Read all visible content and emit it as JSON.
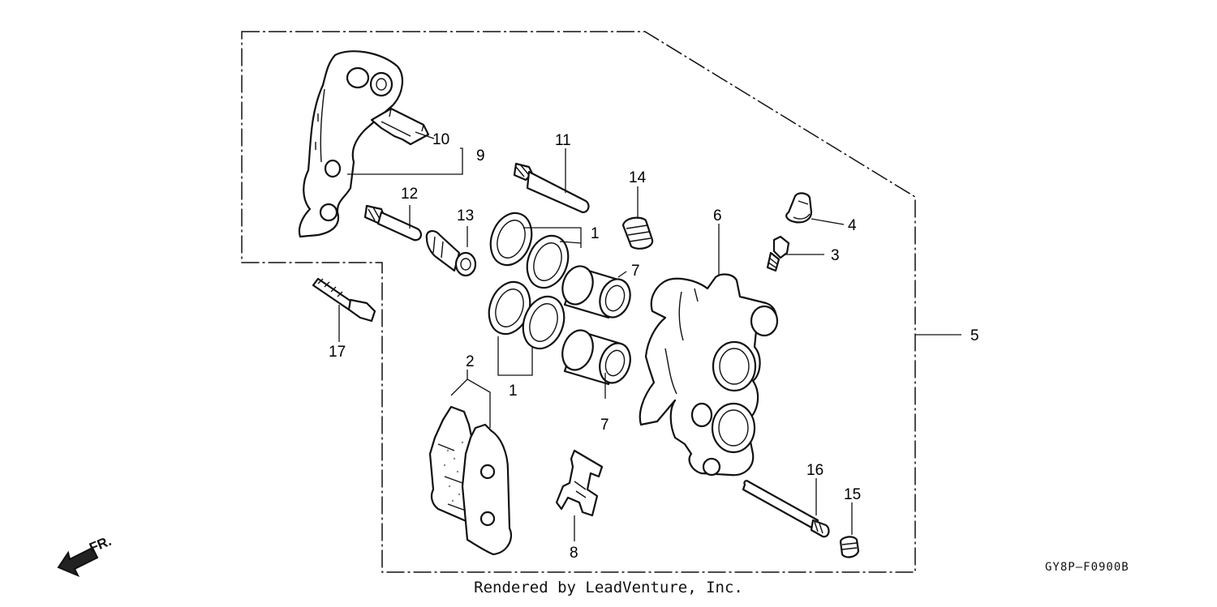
{
  "direction_label": "FR.",
  "diagram_code": "GY8P–F0900B",
  "footer": "Rendered by LeadVenture, Inc.",
  "callouts": {
    "c1a": "1",
    "c1b": "1",
    "c2": "2",
    "c3": "3",
    "c4": "4",
    "c5": "5",
    "c6": "6",
    "c7a": "7",
    "c7b": "7",
    "c8": "8",
    "c9": "9",
    "c10": "10",
    "c11": "11",
    "c12": "12",
    "c13": "13",
    "c14": "14",
    "c15": "15",
    "c16": "16",
    "c17": "17"
  }
}
